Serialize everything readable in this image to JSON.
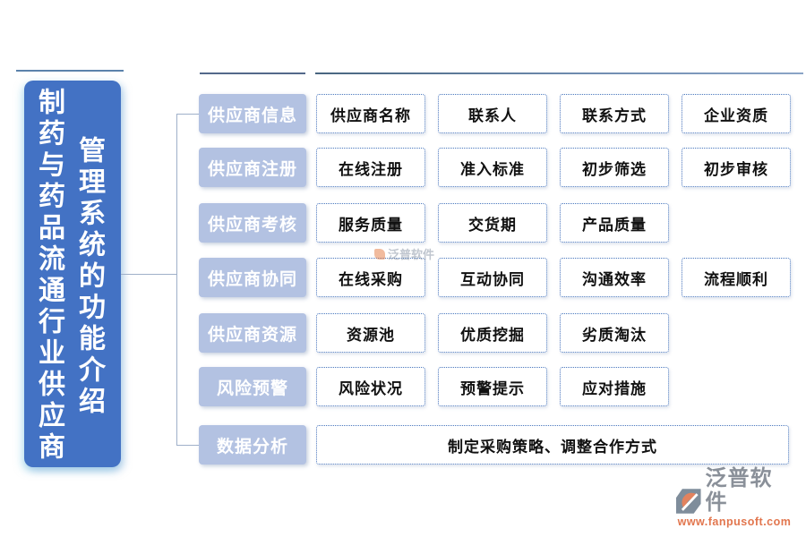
{
  "banner": {
    "line_left": "制药与药品流通行业供应商",
    "line_right": "管理系统的功能介绍"
  },
  "rows": [
    {
      "label": "供应商信息",
      "items": [
        "供应商名称",
        "联系人",
        "联系方式",
        "企业资质"
      ],
      "wide": false
    },
    {
      "label": "供应商注册",
      "items": [
        "在线注册",
        "准入标准",
        "初步筛选",
        "初步审核"
      ],
      "wide": false
    },
    {
      "label": "供应商考核",
      "items": [
        "服务质量",
        "交货期",
        "产品质量"
      ],
      "wide": false
    },
    {
      "label": "供应商协同",
      "items": [
        "在线采购",
        "互动协同",
        "沟通效率",
        "流程顺利"
      ],
      "wide": false
    },
    {
      "label": "供应商资源",
      "items": [
        "资源池",
        "优质挖掘",
        "劣质淘汰"
      ],
      "wide": false
    },
    {
      "label": "风险预警",
      "items": [
        "风险状况",
        "预警提示",
        "应对措施"
      ],
      "wide": false
    },
    {
      "label": "数据分析",
      "items": [
        "制定采购策略、调整合作方式"
      ],
      "wide": true
    }
  ],
  "watermark": {
    "brand": "泛普软件"
  },
  "logo": {
    "brand": "泛普软件",
    "website": "www.fanpusoft.com"
  },
  "colors": {
    "banner_blue": "#4372c4",
    "label_blue": "#b3c2e2",
    "box_border_blue": "#4a77be",
    "connector_gray_blue": "#9fb0c9",
    "logo_gray": "#8a9099",
    "logo_orange": "#e2764e"
  }
}
